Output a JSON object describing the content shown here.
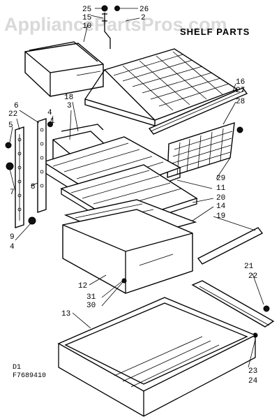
{
  "watermark": "AppliancePartsPros.com",
  "title": "SHELF PARTS",
  "footer": {
    "code": "D1",
    "figure": "F7689410"
  },
  "labels": {
    "l25": "25",
    "l26": "26",
    "l15": "15",
    "l2": "2",
    "l10": "10",
    "l16": "16",
    "l27": "27",
    "l28": "28",
    "l18": "18",
    "l3": "3",
    "l6": "6",
    "l22a": "22",
    "l5": "5",
    "l4a": "4",
    "l1": "1",
    "l7": "7",
    "l8": "8",
    "l9": "9",
    "l4b": "4",
    "l29": "29",
    "l11": "11",
    "l20": "20",
    "l14": "14",
    "l19": "19",
    "l21": "21",
    "l22b": "22",
    "l12": "12",
    "l31": "31",
    "l30": "30",
    "l13": "13",
    "l23": "23",
    "l24": "24"
  }
}
